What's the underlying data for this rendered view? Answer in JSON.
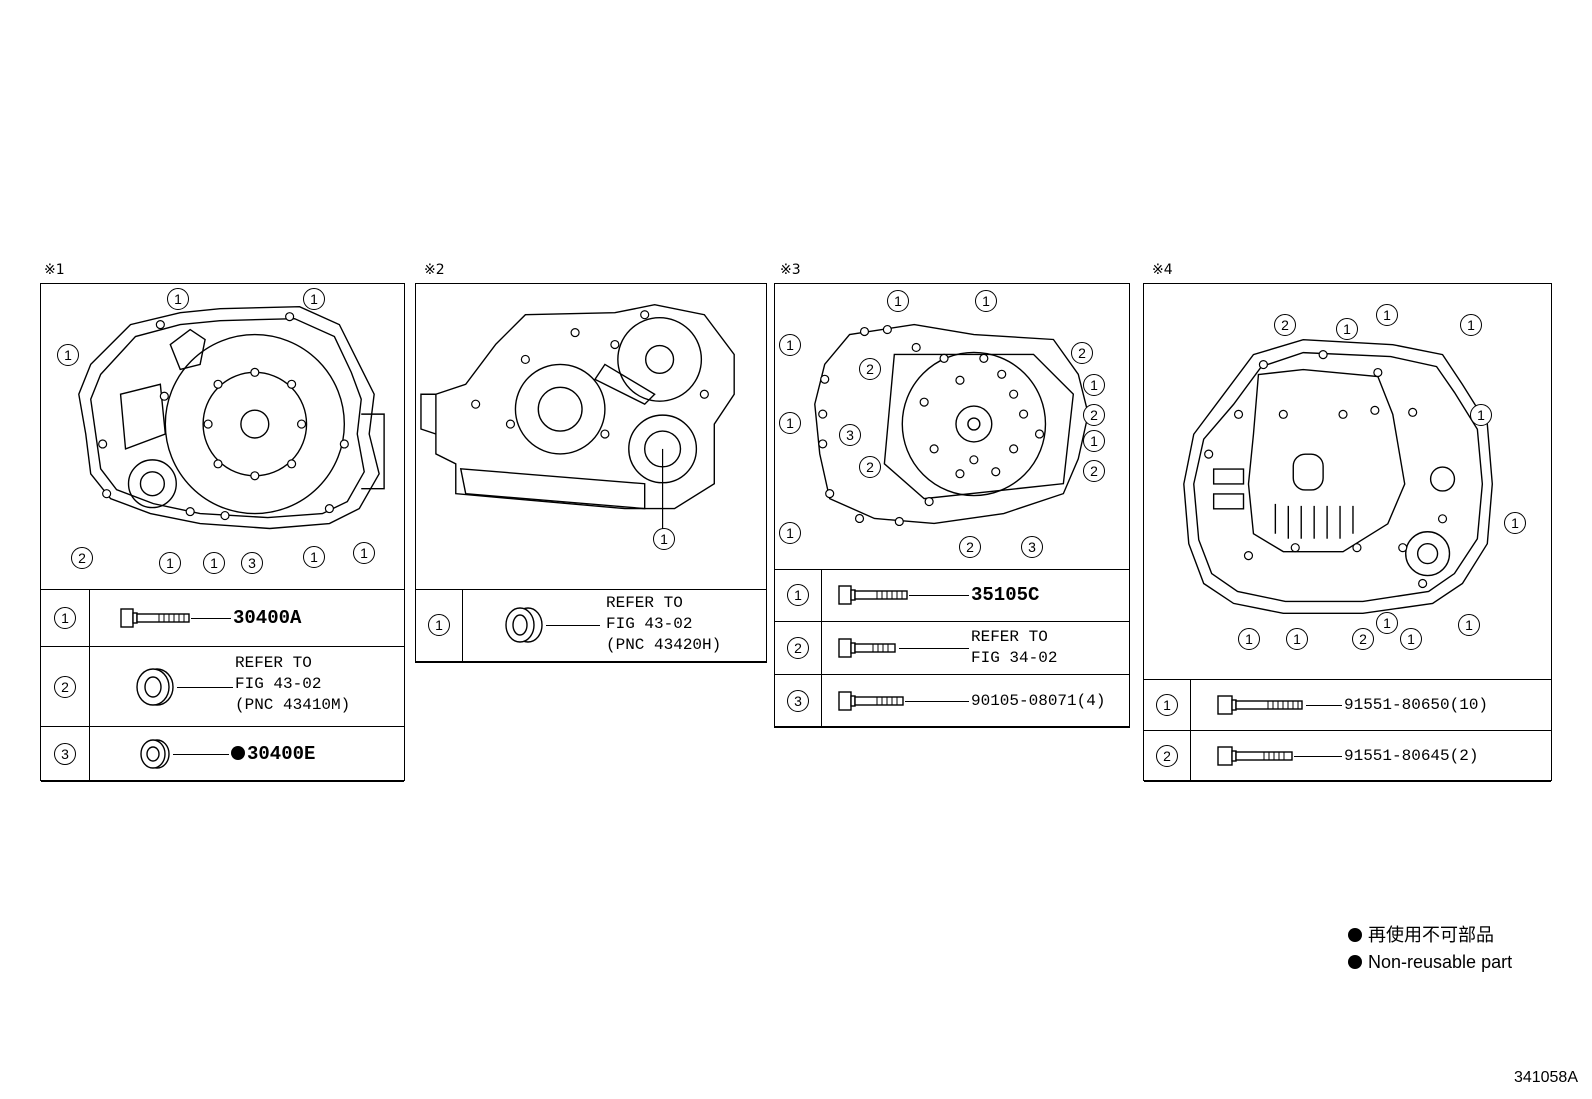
{
  "panels": [
    {
      "mark": "※1",
      "callouts": [
        "1",
        "1",
        "1",
        "2",
        "1",
        "1",
        "3",
        "1",
        "1"
      ],
      "rows": [
        {
          "num": "1",
          "code": "30400A"
        },
        {
          "num": "2",
          "ref": "REFER TO\nFIG 43-02\n(PNC 43410M)"
        },
        {
          "num": "3",
          "code": "30400E",
          "nonreusable": true
        }
      ]
    },
    {
      "mark": "※2",
      "callouts": [
        "1"
      ],
      "rows": [
        {
          "num": "1",
          "ref": "REFER TO\nFIG 43-02\n(PNC 43420H)"
        }
      ]
    },
    {
      "mark": "※3",
      "callouts": [
        "1",
        "1",
        "1",
        "1",
        "2",
        "2",
        "3",
        "1",
        "2",
        "1",
        "2",
        "2",
        "1",
        "2",
        "3"
      ],
      "rows": [
        {
          "num": "1",
          "code": "35105C"
        },
        {
          "num": "2",
          "ref": "REFER TO\nFIG 34-02"
        },
        {
          "num": "3",
          "code": "90105-08071(4)"
        }
      ]
    },
    {
      "mark": "※4",
      "callouts": [
        "2",
        "1",
        "1",
        "1",
        "1",
        "1",
        "1",
        "1",
        "1",
        "2",
        "1",
        "1"
      ],
      "rows": [
        {
          "num": "1",
          "code": "91551-80650(10)"
        },
        {
          "num": "2",
          "code": "91551-80645(2)"
        }
      ]
    }
  ],
  "legend": {
    "jp": "再使用不可部品",
    "en": "Non-reusable part"
  },
  "figure_id": "341058A"
}
